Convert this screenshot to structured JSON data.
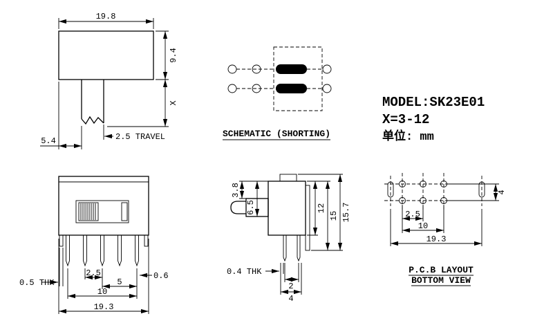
{
  "title_block": {
    "model": "MODEL:SK23E01",
    "x_spec": "X=3-12",
    "unit": "单位: mm"
  },
  "top_view": {
    "width": "19.8",
    "height": "9.4",
    "stem_len": "X",
    "travel": "2.5 TRAVEL",
    "stem_offset": "5.4"
  },
  "schematic": {
    "caption": "SCHEMATIC (SHORTING)"
  },
  "front_view": {
    "tab_thk": "0.5 THK",
    "pitch_a": "2.5",
    "pitch_b": "5",
    "pin_w": "0.6",
    "span": "10",
    "width": "19.3"
  },
  "side_view": {
    "stem_top": "3.8",
    "stem_bottom": "6.5",
    "body_h": "12",
    "mid_h": "15",
    "total_h": "15.7",
    "pin_thk": "0.4 THK",
    "pin_gap": "2",
    "pin_span": "4"
  },
  "pcb": {
    "pitch": "2.5",
    "span": "10",
    "width": "19.3",
    "row_gap": "4",
    "caption1": "P.C.B LAYOUT",
    "caption2": "BOTTOM VIEW"
  }
}
